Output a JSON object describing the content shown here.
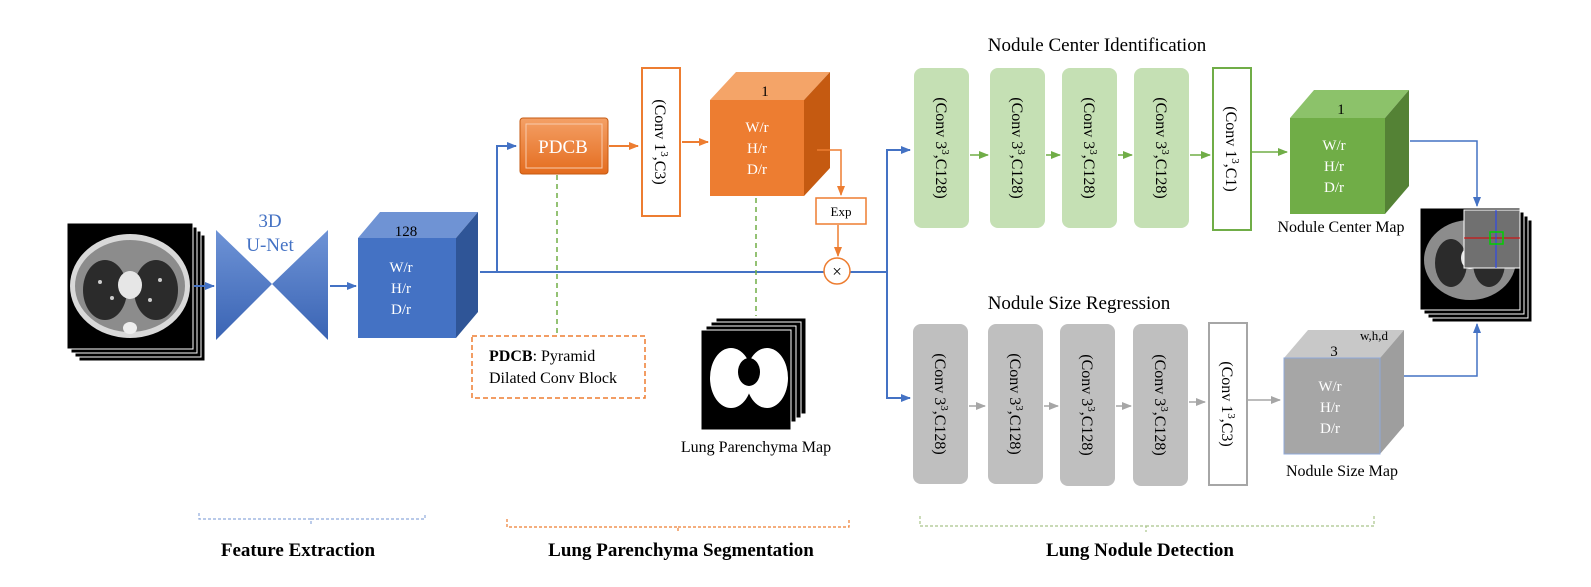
{
  "unet": {
    "line1": "3D",
    "line2": "U-Net"
  },
  "features_cube": {
    "channels": "128",
    "w": "W/r",
    "h": "H/r",
    "d": "D/r"
  },
  "pdcb": {
    "label": "PDCB",
    "legend_bold": "PDCB",
    "legend_rest": ": Pyramid",
    "legend_line2": "Dilated Conv Block"
  },
  "seg_conv": {
    "text": "(Conv 1",
    "sup": "3",
    "rest": ",C3)"
  },
  "seg_cube": {
    "channels": "1",
    "w": "W/r",
    "h": "H/r",
    "d": "D/r"
  },
  "exp_label": "Exp",
  "multiply_symbol": "×",
  "lung_map_label": "Lung Parenchyma Map",
  "center_branch": {
    "title": "Nodule Center Identification",
    "convs": [
      {
        "text": "(Conv 3",
        "sup": "3",
        "rest": ",C128)"
      },
      {
        "text": "(Conv 3",
        "sup": "3",
        "rest": ",C128)"
      },
      {
        "text": "(Conv 3",
        "sup": "3",
        "rest": ",C128)"
      },
      {
        "text": "(Conv 3",
        "sup": "3",
        "rest": ",C128)"
      }
    ],
    "final_conv": {
      "text": "(Conv 1",
      "sup": "3",
      "rest": ",C1)"
    },
    "cube": {
      "channels": "1",
      "w": "W/r",
      "h": "H/r",
      "d": "D/r"
    },
    "map_label": "Nodule Center Map"
  },
  "size_branch": {
    "title": "Nodule Size Regression",
    "convs": [
      {
        "text": "(Conv 3",
        "sup": "3",
        "rest": ",C128)"
      },
      {
        "text": "(Conv 3",
        "sup": "3",
        "rest": ",C128)"
      },
      {
        "text": "(Conv 3",
        "sup": "3",
        "rest": ",C128)"
      },
      {
        "text": "(Conv 3",
        "sup": "3",
        "rest": ",C128)"
      }
    ],
    "final_conv": {
      "text": "(Conv 1",
      "sup": "3",
      "rest": ",C3)"
    },
    "cube": {
      "channels": "3",
      "w": "W/r",
      "h": "H/r",
      "d": "D/r",
      "corner": "w,h,d"
    },
    "map_label": "Nodule Size Map"
  },
  "sections": {
    "feature_extraction": "Feature Extraction",
    "lung_segmentation": "Lung Parenchyma Segmentation",
    "nodule_detection": "Lung Nodule Detection"
  },
  "colors": {
    "blue": "#4472C4",
    "orange": "#ED7D31",
    "green": "#70AD47",
    "green_light": "#C5E0B4",
    "gray": "#BFBFBF",
    "gray_dark": "#A6A6A6"
  }
}
